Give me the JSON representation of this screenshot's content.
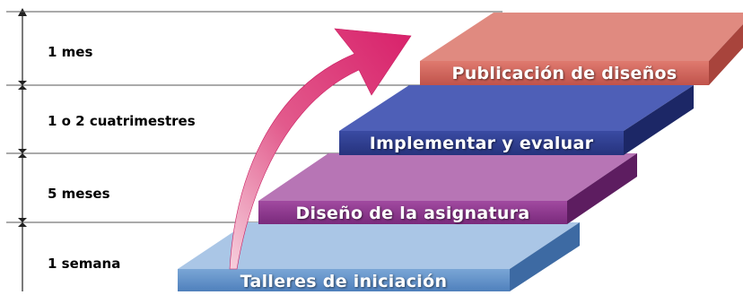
{
  "periods": [
    {
      "label": "1 mes"
    },
    {
      "label": "1 o 2 cuatrimestres"
    },
    {
      "label": "5 meses"
    },
    {
      "label": "1 semana"
    }
  ],
  "steps": [
    {
      "label": "Publicación de diseños",
      "color": "#cc6157"
    },
    {
      "label": "Implementar y evaluar",
      "color": "#2f3e8f"
    },
    {
      "label": "Diseño de la asignatura",
      "color": "#8b3388"
    },
    {
      "label": "Talleres de iniciación",
      "color": "#5d8fc6"
    }
  ],
  "arrow": {
    "color": "#d8206a"
  }
}
